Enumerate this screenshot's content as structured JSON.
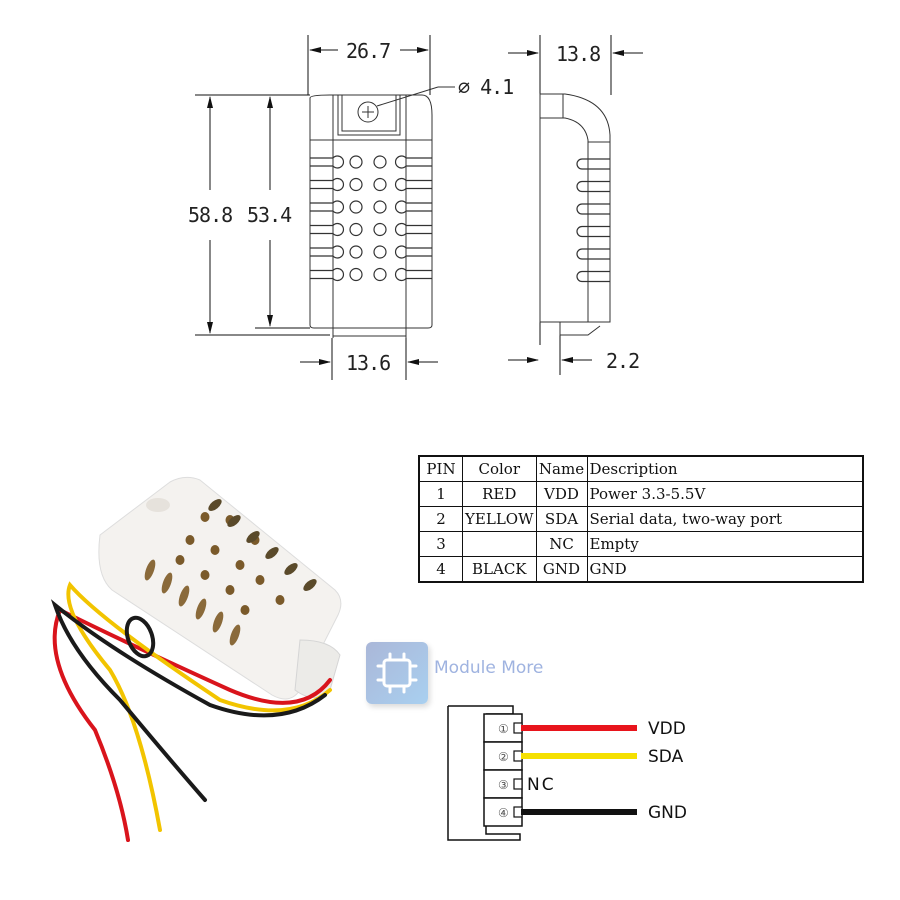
{
  "dimensions": {
    "front_width": "26.7",
    "hole_diameter": "⌀ 4.1",
    "total_height": "58.8",
    "body_height": "53.4",
    "bottom_width": "13.6",
    "side_depth": "13.8",
    "bottom_offset": "2.2"
  },
  "pin_table": {
    "headers": [
      "PIN",
      "Color",
      "Name",
      "Description"
    ],
    "rows": [
      {
        "pin": "1",
        "color": "RED",
        "name": "VDD",
        "desc": "Power 3.3-5.5V"
      },
      {
        "pin": "2",
        "color": "YELLOW",
        "name": "SDA",
        "desc": "Serial data, two-way port"
      },
      {
        "pin": "3",
        "color": "",
        "name": "NC",
        "desc": "Empty"
      },
      {
        "pin": "4",
        "color": "BLACK",
        "name": "GND",
        "desc": "GND"
      }
    ]
  },
  "watermark": {
    "text": "Module More",
    "icon": "chip-icon"
  },
  "connector": {
    "pins": [
      {
        "num": "①",
        "label": "VDD",
        "wire_color": "#e8141c"
      },
      {
        "num": "②",
        "label": "SDA",
        "wire_color": "#f5e000"
      },
      {
        "num": "③",
        "label": "NC",
        "wire_color": ""
      },
      {
        "num": "④",
        "label": "GND",
        "wire_color": "#111111"
      }
    ]
  },
  "wire_colors": {
    "red": "#d9141c",
    "yellow": "#f2c400",
    "black": "#1a1a1a"
  }
}
